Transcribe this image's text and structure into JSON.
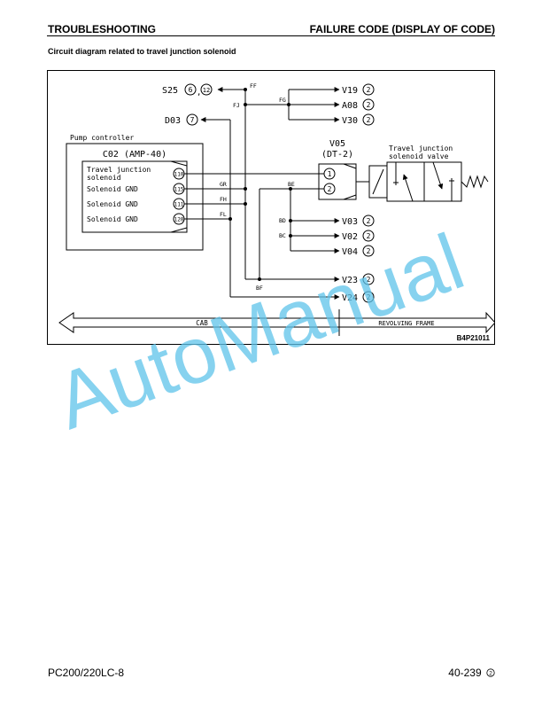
{
  "header": {
    "left": "TROUBLESHOOTING",
    "right": "FAILURE CODE (DISPLAY OF CODE)"
  },
  "subtitle": "Circuit diagram related to travel junction solenoid",
  "diagram": {
    "pump_controller_label": "Pump controller",
    "connector_title": "C02 (AMP-40)",
    "pins": [
      {
        "label_line1": "Travel junction",
        "label_line2": "solenoid",
        "pin": "110"
      },
      {
        "label_line1": "Solenoid GND",
        "label_line2": "",
        "pin": "115"
      },
      {
        "label_line1": "Solenoid GND",
        "label_line2": "",
        "pin": "111"
      },
      {
        "label_line1": "Solenoid GND",
        "label_line2": "",
        "pin": "120"
      }
    ],
    "s25": {
      "name": "S25",
      "pin_a": "6",
      "sep": ",",
      "pin_b": "12"
    },
    "d03": {
      "name": "D03",
      "pin": "7"
    },
    "right_connectors": [
      {
        "name": "V19",
        "pin": "2"
      },
      {
        "name": "A08",
        "pin": "2"
      },
      {
        "name": "V30",
        "pin": "2"
      },
      {
        "name": "V03",
        "pin": "2"
      },
      {
        "name": "V02",
        "pin": "2"
      },
      {
        "name": "V04",
        "pin": "2"
      },
      {
        "name": "V23",
        "pin": "2"
      },
      {
        "name": "V24",
        "pin": "2"
      }
    ],
    "v05": {
      "name": "V05",
      "type": "(DT-2)",
      "pin1": "1",
      "pin2": "2"
    },
    "valve_label_line1": "Travel junction",
    "valve_label_line2": "solenoid valve",
    "wire_labels": [
      "FF",
      "FJ",
      "FG",
      "GR",
      "FH",
      "FL",
      "BE",
      "BD",
      "BC",
      "BF"
    ],
    "cab_label": "CAB",
    "revolving_frame_label": "REVOLVING FRAME",
    "figure_code": "B4P21011"
  },
  "watermark": "AutoManual",
  "footer": {
    "model": "PC200/220LC-8",
    "page": "40-239",
    "revision": "2"
  },
  "colors": {
    "watermark": "#5ec3ea",
    "line": "#000000",
    "background": "#ffffff"
  }
}
